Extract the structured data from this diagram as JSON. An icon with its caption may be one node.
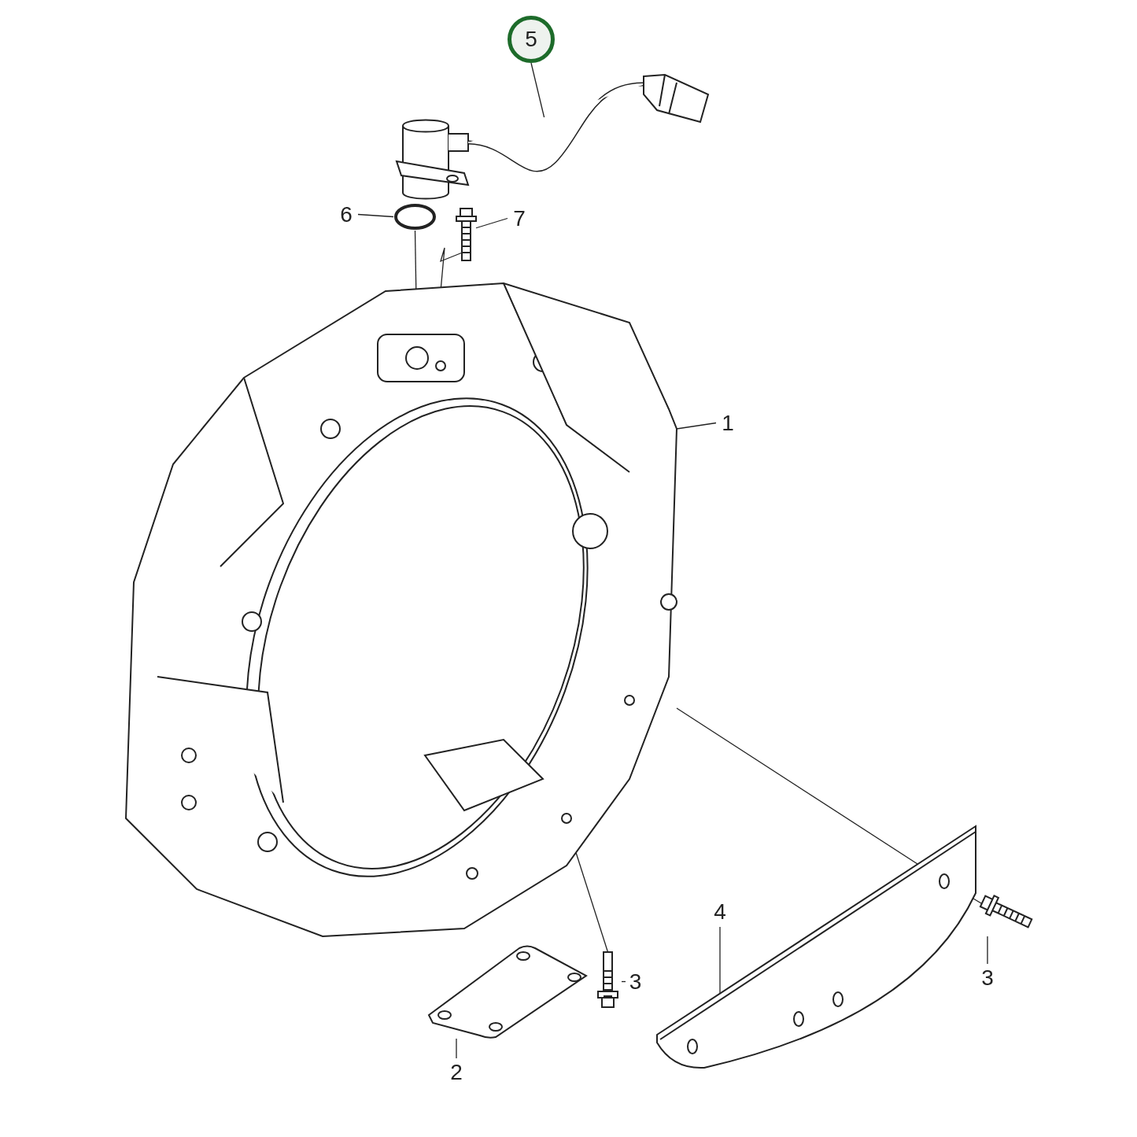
{
  "diagram": {
    "nodes": [
      {
        "text": [
          "5"
        ]
      },
      {
        "text": [],
        "shape": "picture"
      },
      {
        "text": [
          "6"
        ]
      },
      {
        "text": [],
        "shape": "circle"
      },
      {
        "text": [
          "7"
        ]
      },
      {
        "text": [],
        "shape": "picture"
      },
      {
        "text": [
          "1"
        ]
      },
      {
        "text": [],
        "shape": "picture"
      },
      {
        "text": [
          "4"
        ]
      },
      {
        "text": [],
        "shape": "picture"
      },
      {
        "text": [
          "3"
        ]
      },
      {
        "text": [],
        "shape": "picture"
      },
      {
        "text": [
          "3"
        ]
      },
      {
        "text": [],
        "shape": "picture"
      },
      {
        "text": [
          "2"
        ]
      },
      {
        "text": [],
        "shape": "picture"
      }
    ],
    "edges": [
      {
        "from": 0,
        "to": 1,
        "arrow": "none"
      },
      {
        "from": 2,
        "to": 3,
        "arrow": "none"
      },
      {
        "from": 4,
        "to": 5,
        "arrow": "none"
      },
      {
        "from": 6,
        "to": 7,
        "arrow": "none"
      },
      {
        "from": 8,
        "to": 9,
        "arrow": "none"
      },
      {
        "from": 10,
        "to": 11,
        "arrow": "none"
      },
      {
        "from": 12,
        "to": 13,
        "arrow": "none"
      },
      {
        "from": 14,
        "to": 15,
        "arrow": "none"
      },
      {
        "from": 3,
        "to": 7,
        "arrow": "none"
      },
      {
        "from": 5,
        "to": 7,
        "arrow": "none"
      },
      {
        "from": 7,
        "to": 9,
        "arrow": "none"
      },
      {
        "from": 7,
        "to": 13,
        "arrow": "none"
      },
      {
        "from": 11,
        "to": 9,
        "arrow": "none"
      }
    ]
  }
}
